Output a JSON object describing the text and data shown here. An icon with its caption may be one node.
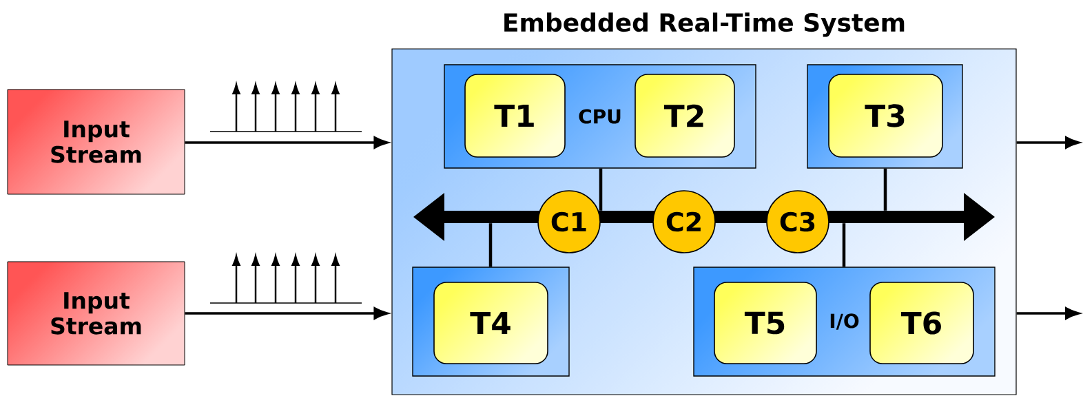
{
  "diagram": {
    "nodes": [
      {
        "text": [
          "Input Stream"
        ]
      },
      {
        "text": [
          "Input Stream"
        ]
      },
      {
        "text": [
          "Embedded Real-Time System"
        ]
      },
      {
        "text": [
          "CPU"
        ],
        "in": 2
      },
      {
        "text": [
          "T1"
        ],
        "in": 3
      },
      {
        "text": [
          "T2"
        ],
        "in": 3
      },
      {
        "text": [],
        "shape": "box",
        "in": 2
      },
      {
        "text": [
          "T3"
        ],
        "in": 6
      },
      {
        "text": [],
        "shape": "bar",
        "in": 2
      },
      {
        "text": [
          "C1"
        ],
        "in": 2
      },
      {
        "text": [
          "C2"
        ],
        "in": 2
      },
      {
        "text": [
          "C3"
        ],
        "in": 2
      },
      {
        "text": [],
        "shape": "box",
        "in": 2
      },
      {
        "text": [
          "T4"
        ],
        "in": 12
      },
      {
        "text": [
          "I/O"
        ],
        "in": 2
      },
      {
        "text": [
          "T5"
        ],
        "in": 14
      },
      {
        "text": [
          "T6"
        ],
        "in": 14
      }
    ],
    "edges": [
      {
        "from": 0,
        "to": 2,
        "arrow": "to"
      },
      {
        "from": 1,
        "to": 2,
        "arrow": "to"
      },
      {
        "from": 2,
        "to": null,
        "arrow": "to"
      },
      {
        "from": 2,
        "to": null,
        "arrow": "to"
      },
      {
        "from": 3,
        "to": 8,
        "arrow": "none"
      },
      {
        "from": 6,
        "to": 8,
        "arrow": "none"
      },
      {
        "from": 12,
        "to": 8,
        "arrow": "none"
      },
      {
        "from": 14,
        "to": 8,
        "arrow": "none"
      }
    ]
  }
}
